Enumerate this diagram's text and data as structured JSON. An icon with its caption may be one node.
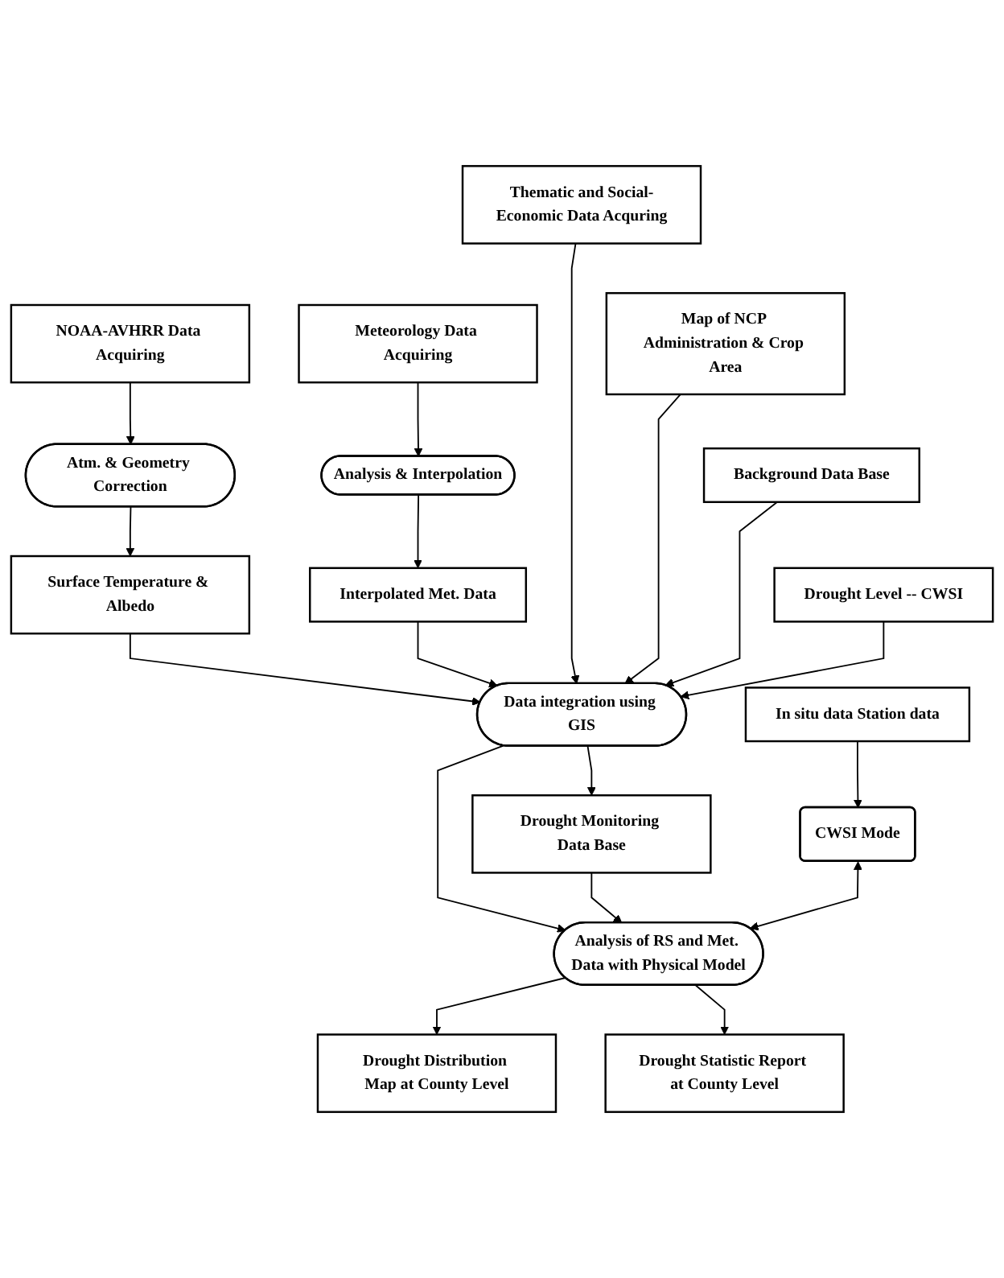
{
  "diagram": {
    "nodes": [
      {
        "text": [
          "NOAA-AVHRR Data Acquiring"
        ]
      },
      {
        "text": [
          "Meteorology Data Acquiring"
        ]
      },
      {
        "text": [
          "Thematic and Social-Economic Data Acquring"
        ]
      },
      {
        "text": [
          "Atm. & Geometry Correction"
        ]
      },
      {
        "text": [
          "Analysis & Interpolation"
        ]
      },
      {
        "text": [
          "Map of NCP Administration & Crop Area"
        ]
      },
      {
        "text": [
          "Background Data Base"
        ]
      },
      {
        "text": [
          "Surface Temperature & Albedo"
        ]
      },
      {
        "text": [
          "Interpolated Met. Data"
        ]
      },
      {
        "text": [
          "Drought Level -- CWSI"
        ]
      },
      {
        "text": [
          "In situ data Station data"
        ]
      },
      {
        "text": [
          "Data integration using GIS"
        ]
      },
      {
        "text": [
          "Drought Monitoring Data Base"
        ]
      },
      {
        "text": [
          "CWSI Mode"
        ]
      },
      {
        "text": [
          "Analysis of RS and Met. Data with Physical Model"
        ]
      },
      {
        "text": [
          "Drought Distribution Map at County Level"
        ]
      },
      {
        "text": [
          "Drought Statistic Report at County Level"
        ]
      }
    ],
    "edges": [
      {
        "from": 0,
        "to": 3,
        "arrow": "to"
      },
      {
        "from": 3,
        "to": 7,
        "arrow": "to"
      },
      {
        "from": 1,
        "to": 4,
        "arrow": "to"
      },
      {
        "from": 4,
        "to": 8,
        "arrow": "to"
      },
      {
        "from": 7,
        "to": 11,
        "arrow": "to"
      },
      {
        "from": 8,
        "to": 11,
        "arrow": "to"
      },
      {
        "from": 2,
        "to": 11,
        "arrow": "to"
      },
      {
        "from": 5,
        "to": 11,
        "arrow": "to"
      },
      {
        "from": 6,
        "to": 11,
        "arrow": "to"
      },
      {
        "from": 9,
        "to": 11,
        "arrow": "to"
      },
      {
        "from": 11,
        "to": 12,
        "arrow": "to"
      },
      {
        "from": 11,
        "to": 14,
        "arrow": "to"
      },
      {
        "from": 10,
        "to": 13,
        "arrow": "to"
      },
      {
        "from": 12,
        "to": 14,
        "arrow": "to"
      },
      {
        "from": 13,
        "to": 14,
        "arrow": "both"
      },
      {
        "from": 14,
        "to": 15,
        "arrow": "to"
      },
      {
        "from": 14,
        "to": 16,
        "arrow": "to"
      }
    ]
  }
}
